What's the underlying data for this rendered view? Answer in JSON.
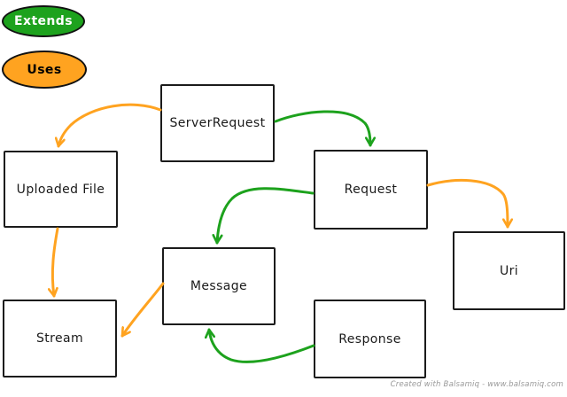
{
  "legend": {
    "extends": {
      "label": "Extends",
      "color": "#1da21d",
      "text_color": "#ffffff"
    },
    "uses": {
      "label": "Uses",
      "color": "#ffa320",
      "text_color": "#000000"
    }
  },
  "nodes": {
    "server_request": {
      "label": "ServerRequest"
    },
    "uploaded_file": {
      "label": "Uploaded File"
    },
    "request": {
      "label": "Request"
    },
    "uri": {
      "label": "Uri"
    },
    "message": {
      "label": "Message"
    },
    "stream": {
      "label": "Stream"
    },
    "response": {
      "label": "Response"
    }
  },
  "relationships": [
    {
      "from": "ServerRequest",
      "to": "Request",
      "type": "Extends"
    },
    {
      "from": "ServerRequest",
      "to": "Uploaded File",
      "type": "Uses"
    },
    {
      "from": "Request",
      "to": "Message",
      "type": "Extends"
    },
    {
      "from": "Request",
      "to": "Uri",
      "type": "Uses"
    },
    {
      "from": "Uploaded File",
      "to": "Stream",
      "type": "Uses"
    },
    {
      "from": "Message",
      "to": "Stream",
      "type": "Uses"
    },
    {
      "from": "Response",
      "to": "Message",
      "type": "Extends"
    }
  ],
  "footer": {
    "credit": "Created with Balsamiq - www.balsamiq.com"
  }
}
